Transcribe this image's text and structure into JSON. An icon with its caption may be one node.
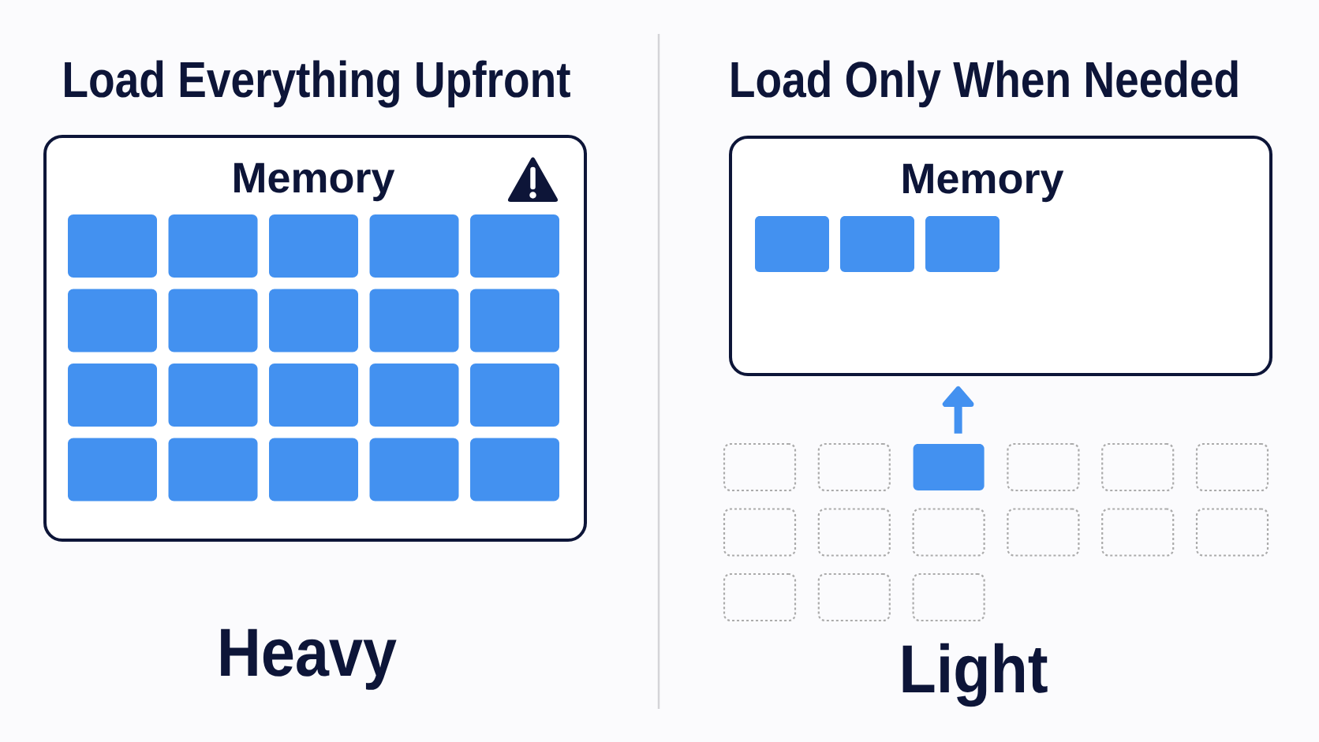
{
  "diagram": {
    "nodes": [
      {
        "text": [
          "Memory"
        ]
      },
      {
        "text": [],
        "shape": "box",
        "in": 0
      },
      {
        "text": [],
        "shape": "box",
        "in": 0
      },
      {
        "text": [],
        "shape": "box",
        "in": 0
      },
      {
        "text": [],
        "shape": "box",
        "in": 0
      },
      {
        "text": [],
        "shape": "box",
        "in": 0
      },
      {
        "text": [],
        "shape": "box",
        "in": 0
      },
      {
        "text": [],
        "shape": "box",
        "in": 0
      },
      {
        "text": [],
        "shape": "box",
        "in": 0
      },
      {
        "text": [],
        "shape": "box",
        "in": 0
      },
      {
        "text": [],
        "shape": "box",
        "in": 0
      },
      {
        "text": [],
        "shape": "box",
        "in": 0
      },
      {
        "text": [],
        "shape": "box",
        "in": 0
      },
      {
        "text": [],
        "shape": "box",
        "in": 0
      },
      {
        "text": [],
        "shape": "box",
        "in": 0
      },
      {
        "text": [],
        "shape": "box",
        "in": 0
      },
      {
        "text": [],
        "shape": "box",
        "in": 0
      },
      {
        "text": [],
        "shape": "box",
        "in": 0
      },
      {
        "text": [],
        "shape": "box",
        "in": 0
      },
      {
        "text": [],
        "shape": "box",
        "in": 0
      },
      {
        "text": [],
        "shape": "box",
        "in": 0
      },
      {
        "text": [
          "Memory"
        ]
      },
      {
        "text": [],
        "shape": "box",
        "in": 21
      },
      {
        "text": [],
        "shape": "box",
        "in": 21
      },
      {
        "text": [],
        "shape": "box",
        "in": 21
      },
      {
        "text": [],
        "shape": "box"
      },
      {
        "text": [],
        "shape": "box"
      },
      {
        "text": [],
        "shape": "box"
      },
      {
        "text": [],
        "shape": "box"
      },
      {
        "text": [],
        "shape": "box"
      },
      {
        "text": [],
        "shape": "box"
      },
      {
        "text": [],
        "shape": "box"
      },
      {
        "text": [],
        "shape": "box"
      },
      {
        "text": [],
        "shape": "box"
      },
      {
        "text": [],
        "shape": "box"
      },
      {
        "text": [],
        "shape": "box"
      },
      {
        "text": [],
        "shape": "box"
      },
      {
        "text": [],
        "shape": "box"
      },
      {
        "text": [],
        "shape": "box"
      },
      {
        "text": [],
        "shape": "box"
      }
    ],
    "edges": [
      {
        "from": 27,
        "to": 21,
        "arrow": "to",
        "color": "#4391f0"
      }
    ],
    "labels": [
      "Load Everything Upfront",
      "Load Only When Needed",
      "Heavy",
      "Light"
    ]
  }
}
